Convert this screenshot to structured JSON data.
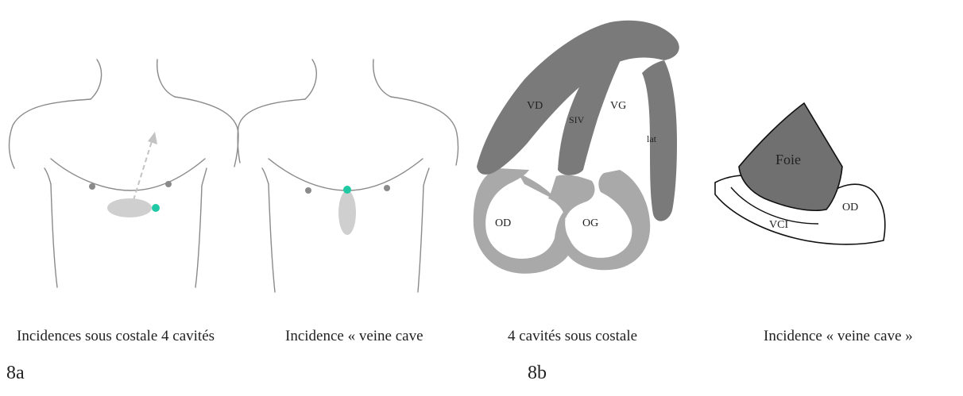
{
  "figure_8a": {
    "id": "8a",
    "panel_subcostal_4": {
      "caption": "Incidences sous costale 4 cavités"
    },
    "panel_vena_cava": {
      "caption": "Incidence « veine cave"
    }
  },
  "figure_8b": {
    "id": "8b",
    "panel_four_chamber": {
      "caption": "4 cavités sous costale",
      "labels": {
        "vd": "VD",
        "siv": "SIV",
        "vg": "VG",
        "lat": "lat",
        "od": "OD",
        "og": "OG"
      }
    },
    "panel_liver_ivc": {
      "caption": "Incidence « veine cave »",
      "labels": {
        "foie": "Foie",
        "od": "OD",
        "vci": "VCI"
      }
    }
  },
  "colors": {
    "outline": "#8a8a8a",
    "probe_footprint": "#cfcfcf",
    "probe_marker": "#1ec9a3",
    "myocardium_dark": "#7a7a7a",
    "atrial_wall_light": "#a9a9a9",
    "liver": "#707070"
  }
}
